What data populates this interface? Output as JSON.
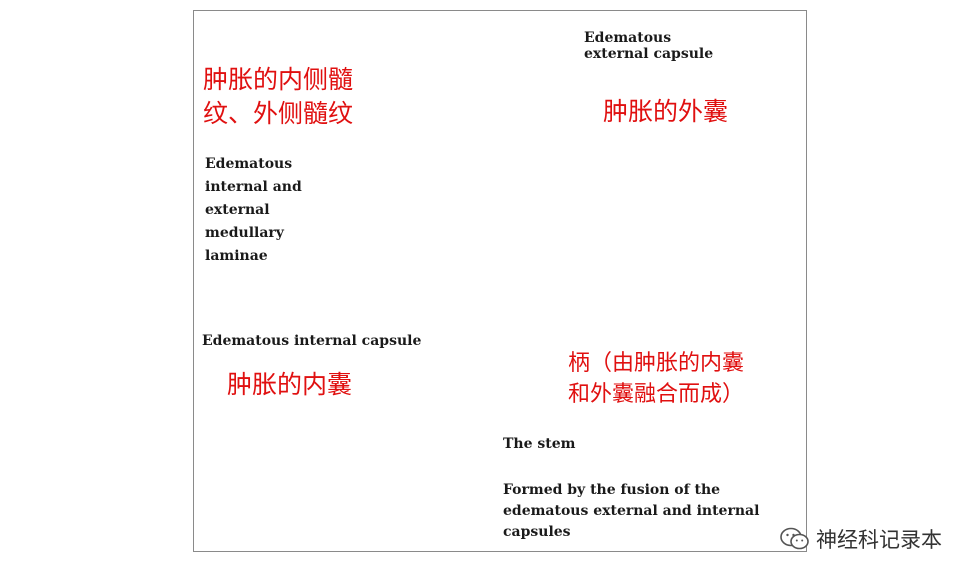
{
  "labels_en": {
    "external_capsule": "Edematous\nexternal capsule",
    "medullary_laminae": "Edematous\ninternal and\nexternal\nmedullary\nlaminae",
    "internal_capsule": "Edematous internal capsule",
    "stem": "The stem",
    "fusion_note": "Formed by the fusion of the\nedematous external and internal\ncapsules"
  },
  "labels_zh": {
    "medullary_laminae": "肿胀的内侧髓\n纹、外侧髓纹",
    "external_capsule": "肿胀的外囊",
    "internal_capsule": "肿胀的内囊",
    "stem": "柄（由肿胀的内囊\n和外囊融合而成）"
  },
  "watermark": {
    "text": "神经科记录本",
    "icon": "wechat-icon"
  },
  "colors": {
    "annotation_red": "#e01010",
    "line": "#111111",
    "frame_border": "#8a8a8a"
  }
}
